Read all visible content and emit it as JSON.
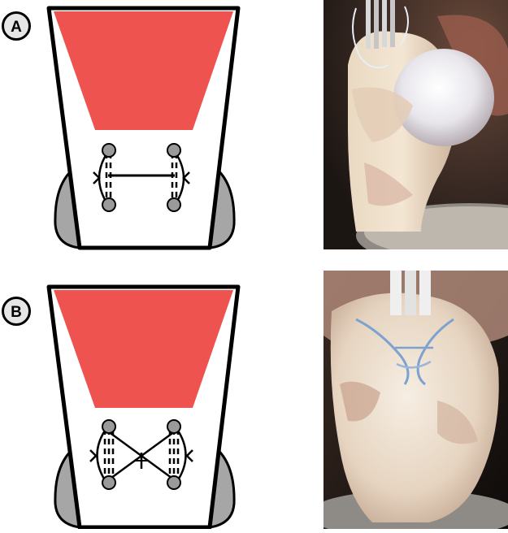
{
  "panels": [
    {
      "label": "A",
      "technique": "single-horizontal"
    },
    {
      "label": "B",
      "technique": "crossed"
    }
  ],
  "colors": {
    "tissue_red": "#ef5350",
    "bone_gray": "#a6a6a6",
    "outline": "#000000",
    "label_circle_fill": "#e6e6e6",
    "suture_point": "#9a9a9a"
  }
}
